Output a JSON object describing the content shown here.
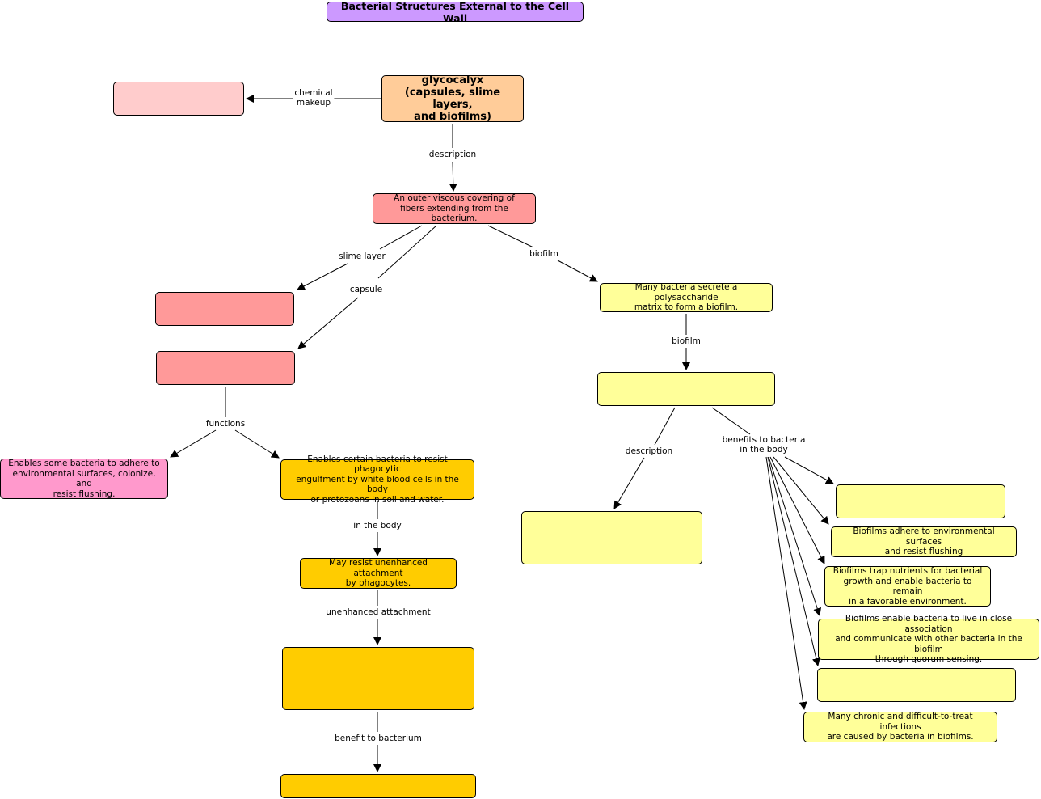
{
  "colors": {
    "title": "#cc99ff",
    "orange_light": "#ffcc99",
    "pink_light": "#ffcccc",
    "salmon": "#ff9999",
    "pink": "#ff99cc",
    "gold": "#ffcc00",
    "yellow": "#ffff99"
  },
  "nodes": {
    "title": "Bacterial Structures External to the Cell Wall",
    "glycocalyx": "glycocalyx\n(capsules, slime layers,\nand biofilms)",
    "chemical_makeup_blank": "",
    "outer_covering": "An outer viscous covering of\nfibers extending from the bacterium.",
    "slime_layer_blank": "",
    "capsule_blank": "",
    "biofilm_secrete": "Many bacteria secrete a polysaccharide\nmatrix to form a biofilm.",
    "biofilm_blank": "",
    "adhere": "Enables some bacteria to adhere to\nenvironmental surfaces, colonize, and\nresist flushing.",
    "resist_phagocytic": "Enables certain bacteria to resist phagocytic\nengulfment by white blood cells in the body\nor protozoans in soil and water.",
    "resist_attachment": "May resist unenhanced attachment\nby phagocytes.",
    "unenhanced_blank": "",
    "benefit_blank": "",
    "description_blank": "",
    "benefit1_blank": "",
    "benefit2": "Biofilms adhere to environmental surfaces\nand resist flushing",
    "benefit3": "Biofilms trap nutrients for bacterial\ngrowth and enable bacteria to remain\nin a favorable environment.",
    "benefit4": "Biofilms enable bacteria to live in close association\nand communicate with other bacteria in the biofilm\nthrough quorum sensing.",
    "benefit5_blank": "",
    "benefit6": "Many chronic and difficult-to-treat infections\nare caused by bacteria in biofilms."
  },
  "links": {
    "chemical_makeup": "chemical\nmakeup",
    "description": "description",
    "slime_layer": "slime layer",
    "capsule": "capsule",
    "biofilm1": "biofilm",
    "biofilm2": "biofilm",
    "functions": "functions",
    "in_the_body": "in the body",
    "unenhanced_attachment": "unenhanced attachment",
    "benefit_to_bacterium": "benefit to bacterium",
    "description2": "description",
    "benefits_in_body": "benefits to bacteria\nin the body"
  }
}
